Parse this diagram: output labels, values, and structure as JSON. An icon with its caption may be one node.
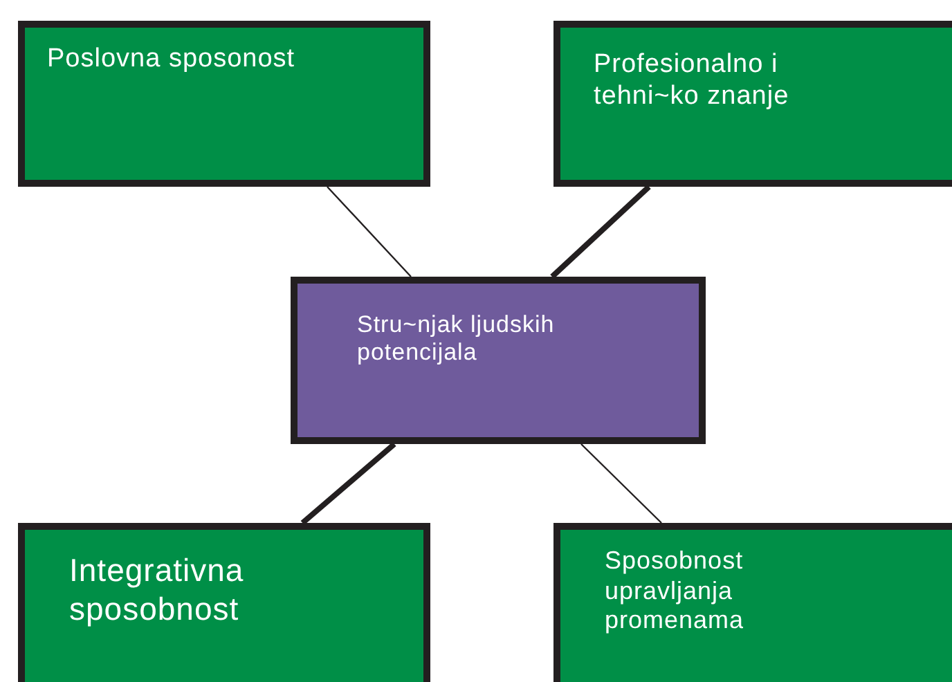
{
  "diagram": {
    "nodes": [
      {
        "text": [
          "Poslovna sposonost"
        ]
      },
      {
        "text": [
          "Profesionalno i tehni~ko znanje"
        ]
      },
      {
        "text": [
          "Stru~njak ljudskih potencijala"
        ]
      },
      {
        "text": [
          "Integrativna sposobnost"
        ]
      },
      {
        "text": [
          "Sposobnost upravljanja promenama"
        ]
      }
    ],
    "edges": [
      {
        "from": 0,
        "to": 2,
        "arrow": "none"
      },
      {
        "from": 1,
        "to": 2,
        "arrow": "none",
        "style": "thick"
      },
      {
        "from": 2,
        "to": 3,
        "arrow": "none",
        "style": "thick"
      },
      {
        "from": 2,
        "to": 4,
        "arrow": "none"
      }
    ]
  }
}
